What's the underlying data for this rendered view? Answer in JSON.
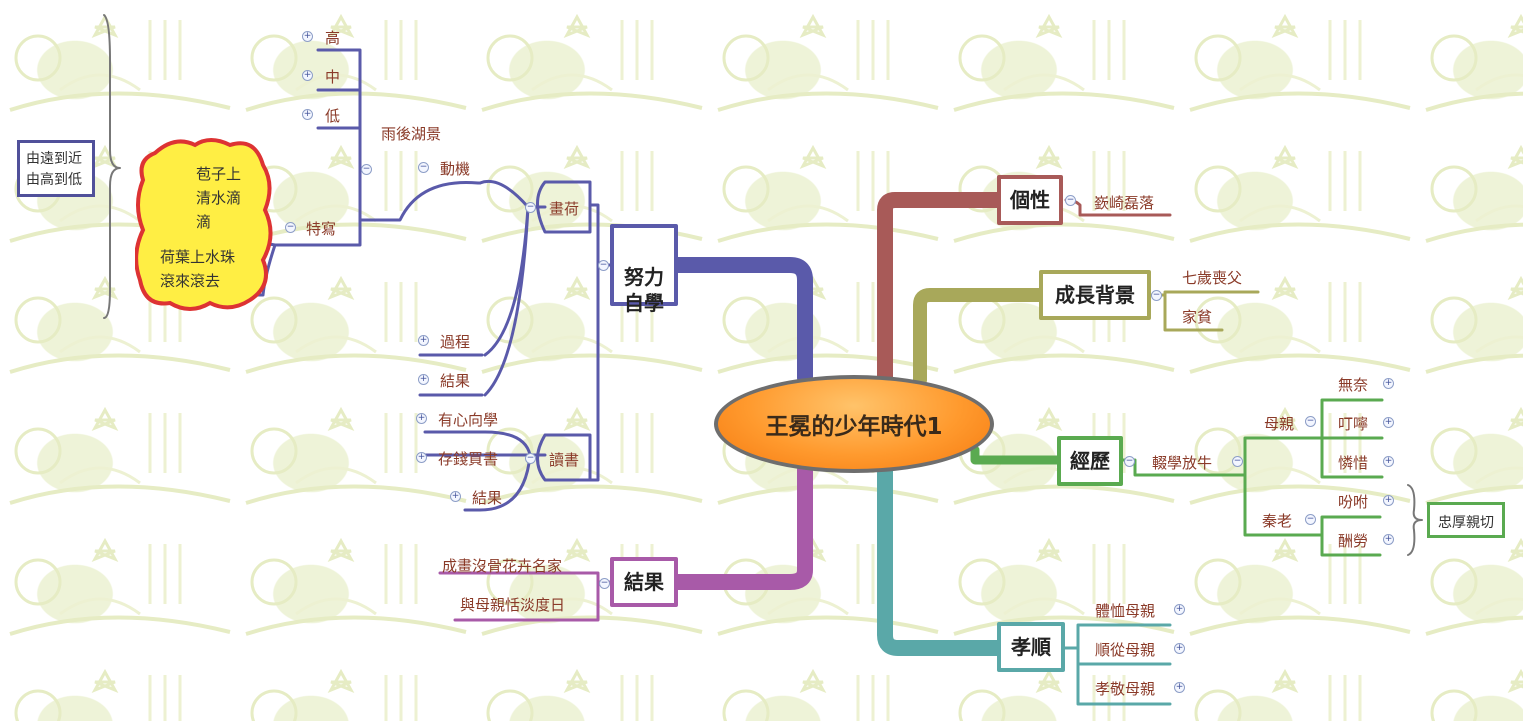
{
  "central": "王冕的少年時代1",
  "topics": {
    "personality": "個性",
    "background": "成長背景",
    "experience": "經歷",
    "filial": "孝順",
    "selfstudy": "努力\n自學",
    "result": "結果"
  },
  "personality_items": [
    "嶔崎磊落"
  ],
  "background_items": [
    "七歲喪父",
    "家貧"
  ],
  "experience": {
    "sub": "輟學放牛",
    "mother": "母親",
    "mother_items": [
      "無奈",
      "叮嚀",
      "憐惜"
    ],
    "qin": "秦老",
    "qin_items": [
      "吩咐",
      "酬勞"
    ],
    "note": "忠厚親切"
  },
  "filial_items": [
    "體恤母親",
    "順從母親",
    "孝敬母親"
  ],
  "selfstudy": {
    "painting": "畫荷",
    "motive": "動機",
    "rain_lake": "雨後湖景",
    "levels": [
      "高",
      "中",
      "低"
    ],
    "feature": "特寫",
    "cloud_lines": [
      "苞子上",
      "清水滴",
      "滴",
      "荷葉上水珠",
      "滾來滾去"
    ],
    "process": "過程",
    "painting_result": "結果",
    "reading": "讀書",
    "reading_items": [
      "有心向學",
      "存錢買書",
      "結果"
    ],
    "note_lines": [
      "由遠到近",
      "由高到低"
    ]
  },
  "result_items": [
    "成畫沒骨花卉名家",
    "與母親恬淡度日"
  ],
  "colors": {
    "personality": "#a85a58",
    "background": "#a8a85a",
    "experience": "#5aaa50",
    "filial": "#5aa8a8",
    "selfstudy": "#5a5aaa",
    "result": "#a85aa8",
    "central_fill": "#ff9a2e",
    "cloud_fill": "#ffee44",
    "cloud_border": "#dd3333"
  }
}
